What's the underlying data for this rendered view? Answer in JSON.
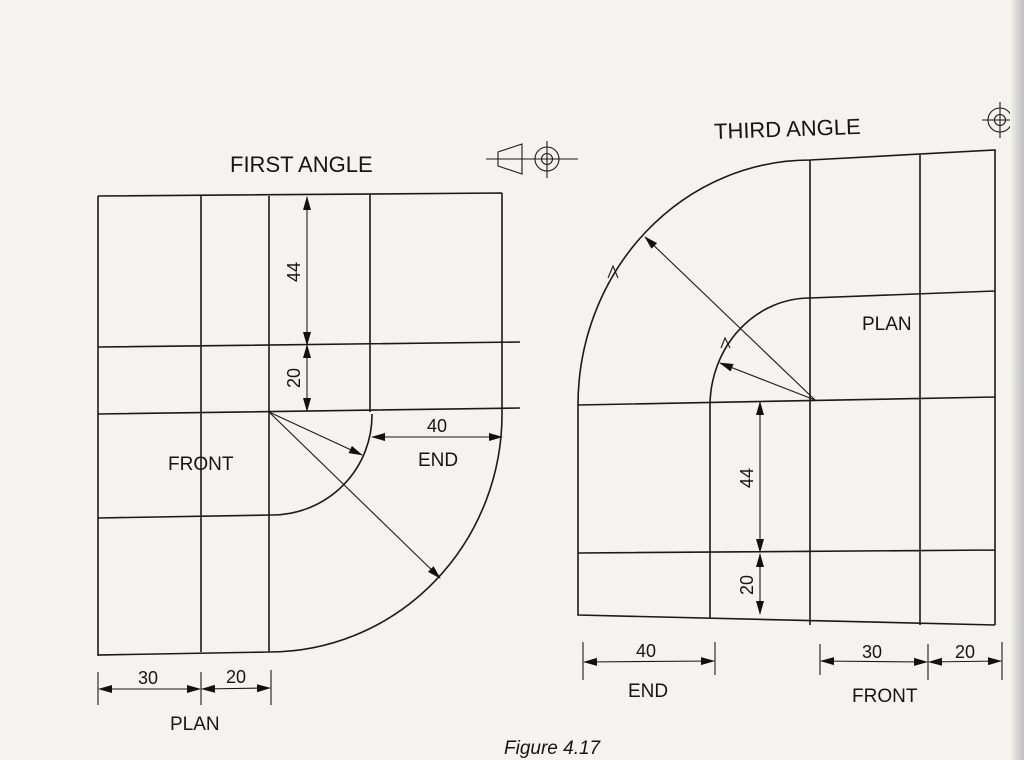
{
  "first_angle": {
    "title": "FIRST ANGLE",
    "labels": {
      "front": "FRONT",
      "end": "END",
      "plan": "PLAN"
    },
    "dimensions": {
      "height_upper": "44",
      "height_lower": "20",
      "end_width": "40",
      "plan_a": "30",
      "plan_b": "20"
    }
  },
  "third_angle": {
    "title": "THIRD ANGLE",
    "labels": {
      "plan": "PLAN",
      "end": "END",
      "front": "FRONT"
    },
    "dimensions": {
      "height_upper": "44",
      "height_lower": "20",
      "end_width": "40",
      "front_a": "30",
      "front_b": "20"
    }
  },
  "caption": "Figure 4.17",
  "symbols": [
    "first-angle-projection-symbol",
    "third-angle-projection-symbol"
  ]
}
